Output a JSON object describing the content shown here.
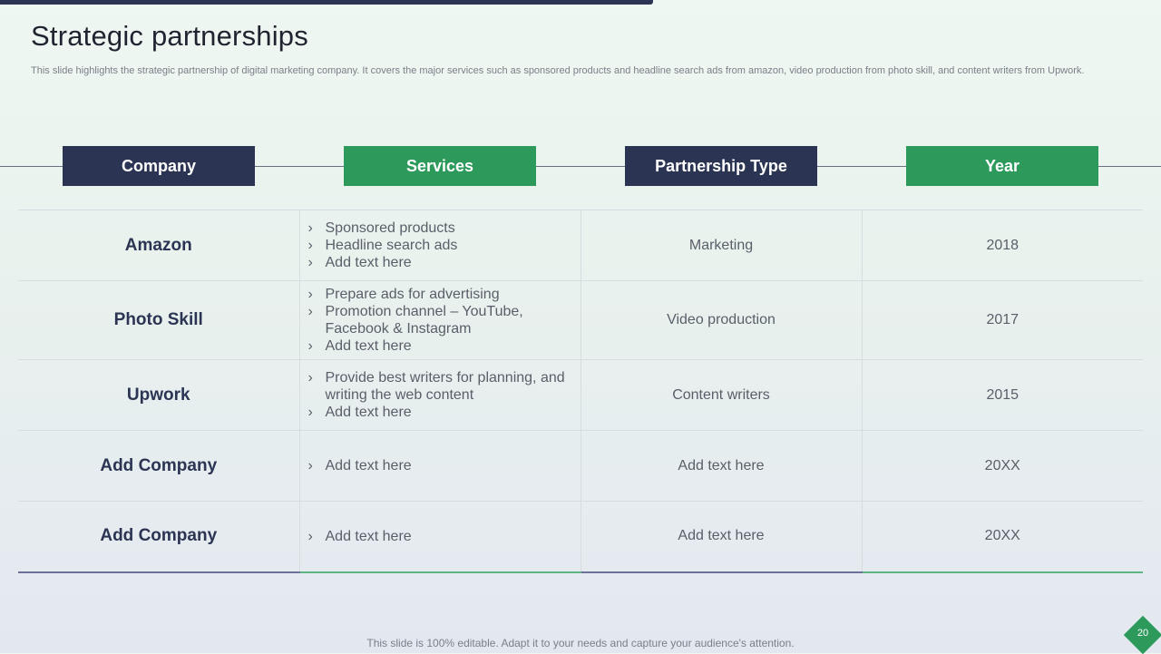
{
  "title": "Strategic partnerships",
  "subtitle": "This slide highlights the strategic partnership of digital marketing company. It covers the major services such as sponsored products and headline search ads from amazon, video production from photo skill, and content writers from Upwork.",
  "headers": [
    "Company",
    "Services",
    "Partnership Type",
    "Year"
  ],
  "rows": [
    {
      "company": "Amazon",
      "services": [
        "Sponsored products",
        "Headline search ads",
        "Add text here"
      ],
      "type": "Marketing",
      "year": "2018"
    },
    {
      "company": "Photo Skill",
      "services": [
        "Prepare ads for advertising",
        "Promotion channel – YouTube, Facebook & Instagram",
        "Add text here"
      ],
      "type": "Video production",
      "year": "2017"
    },
    {
      "company": "Upwork",
      "services": [
        "Provide best writers for planning, and writing the web content",
        "Add text here"
      ],
      "type": "Content writers",
      "year": "2015"
    },
    {
      "company": "Add Company",
      "services": [
        "Add text here"
      ],
      "type": "Add text here",
      "year": "20XX"
    },
    {
      "company": "Add Company",
      "services": [
        "Add text here"
      ],
      "type": "Add text here",
      "year": "20XX"
    }
  ],
  "bullet_icon": "chevron-right-icon",
  "footer": "This slide is 100% editable. Adapt it to your needs and capture your audience's attention.",
  "page_number": "20",
  "colors": {
    "navy": "#2b3553",
    "green": "#2d9a5c"
  }
}
